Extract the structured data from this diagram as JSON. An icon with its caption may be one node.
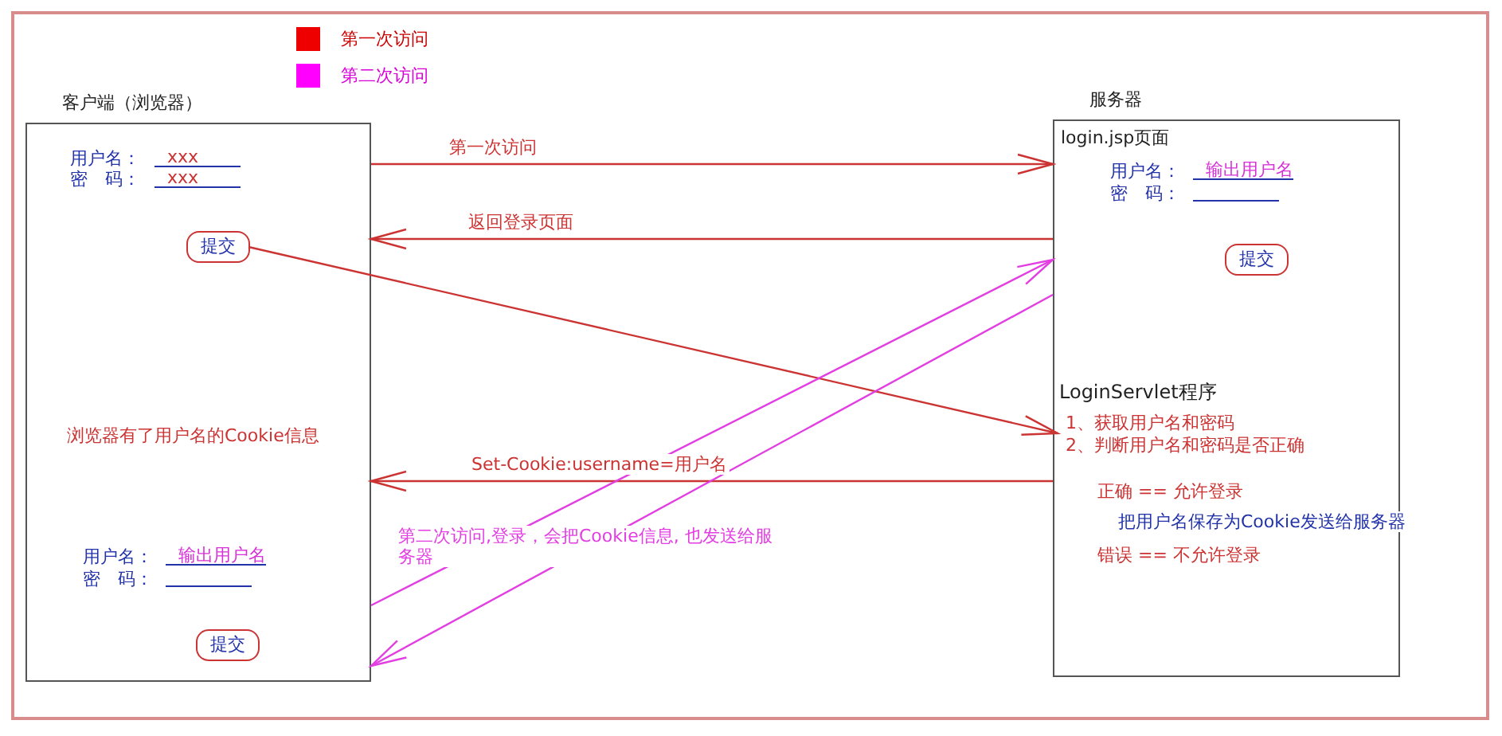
{
  "diagram": {
    "nodes": [
      {
        "text": [
          "客户端（浏览器）"
        ]
      },
      {
        "text": [
          "提交"
        ],
        "in": 0
      },
      {
        "text": [
          "提交"
        ],
        "in": 0
      },
      {
        "text": [
          "服务器"
        ]
      },
      {
        "text": [
          "提交"
        ],
        "in": 3
      },
      {
        "text": [
          "LoginServlet程序",
          "1、获取用户名和密码",
          "2、判断用户名和密码是否正确"
        ],
        "in": 3
      }
    ],
    "edges": [
      {
        "from": 0,
        "to": 3,
        "arrow": "to",
        "label": "第一次访问"
      },
      {
        "from": 3,
        "to": 0,
        "arrow": "to",
        "label": "返回登录页面"
      },
      {
        "from": 1,
        "to": 5,
        "arrow": "to"
      },
      {
        "from": 3,
        "to": 0,
        "arrow": "to",
        "label": "Set-Cookie:username=用户名"
      },
      {
        "from": 0,
        "to": 3,
        "arrow": "to",
        "color": "#e23ee2",
        "label": "第二次访问,登录，会把Cookie信息, 也发送给服务器"
      },
      {
        "from": 3,
        "to": 0,
        "arrow": "to",
        "color": "#e23ee2"
      }
    ],
    "labels": [
      "用户名：",
      "xxx",
      "密　码：",
      "xxx",
      "浏览器有了用户名的Cookie信息",
      "用户名：",
      "输出用户名",
      "密　码：",
      "login.jsp页面",
      "用户名：",
      "输出用户名",
      "密　码：",
      "正确 == 允许登录",
      "把用户名保存为Cookie发送给服务器",
      "错误 == 不允许登录"
    ],
    "legend": [
      {
        "text": "第一次访问",
        "color": "#ee0000"
      },
      {
        "text": "第二次访问",
        "color": "#ff00ff"
      }
    ]
  }
}
